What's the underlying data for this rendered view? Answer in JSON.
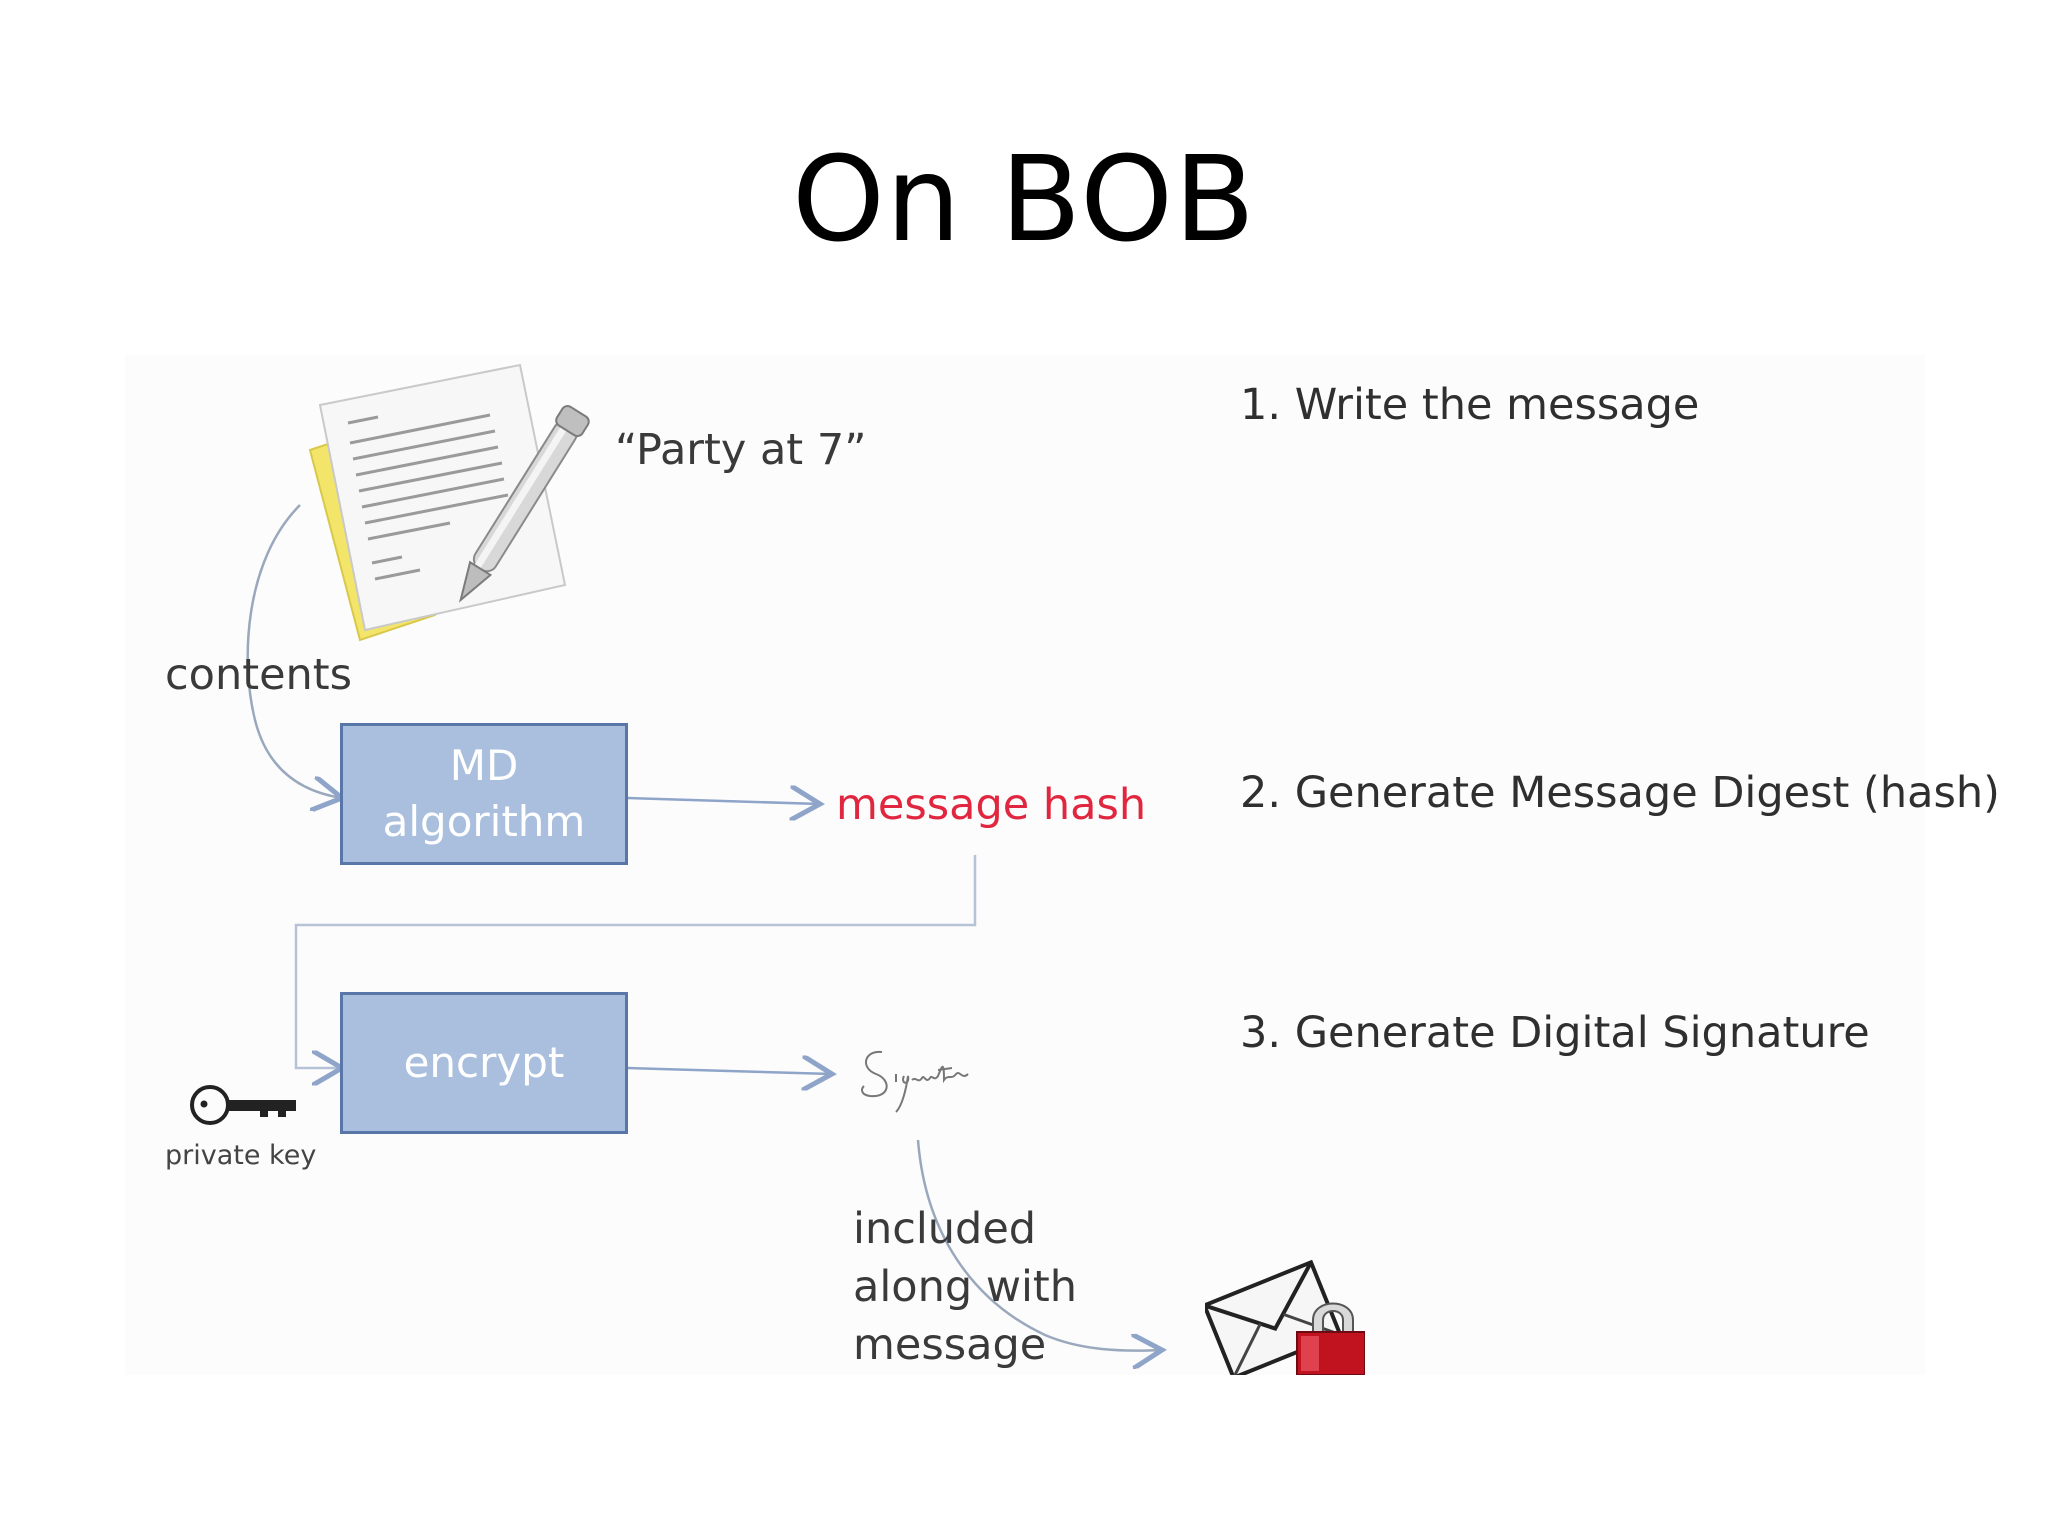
{
  "title": "On BOB",
  "diagram": {
    "message_quote": "“Party at 7”",
    "contents_label": "contents",
    "md_box": {
      "line1": "MD",
      "line2": "algorithm"
    },
    "hash_label": "message hash",
    "encrypt_box": "encrypt",
    "private_key_label": "private key",
    "signature_text": "Signature",
    "included_label": [
      "included",
      "along with",
      "message"
    ]
  },
  "steps": [
    "1. Write the message",
    "2. Generate  Message Digest (hash)",
    "3. Generate  Digital Signature"
  ],
  "colors": {
    "box_fill": "#a9bfdd",
    "box_border": "#5876a8",
    "hash_text": "#e0273f",
    "arrow": "#8ea4c8"
  },
  "icons": [
    "document-pen-icon",
    "key-icon",
    "signature-icon",
    "envelope-lock-icon"
  ]
}
